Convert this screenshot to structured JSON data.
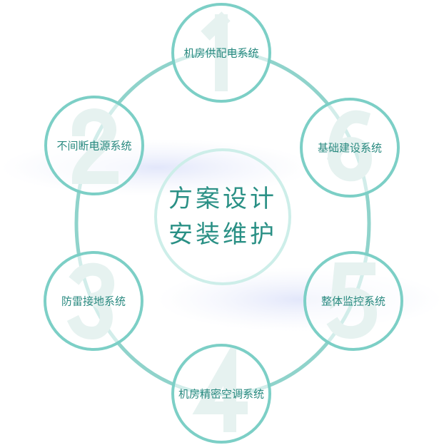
{
  "center": {
    "line1": "方案设计",
    "line2": "安装维护"
  },
  "nodes": [
    {
      "number": "1",
      "label": "机房供配电系统"
    },
    {
      "number": "2",
      "label": "不间断电源系统"
    },
    {
      "number": "3",
      "label": "防雷接地系统"
    },
    {
      "number": "4",
      "label": "机房精密空调系统"
    },
    {
      "number": "5",
      "label": "整体监控系统"
    },
    {
      "number": "6",
      "label": "基础建设系统"
    }
  ],
  "colors": {
    "ring": "#7ccfc6",
    "text": "#2a8a80",
    "center_ring": "#cdeee9"
  }
}
